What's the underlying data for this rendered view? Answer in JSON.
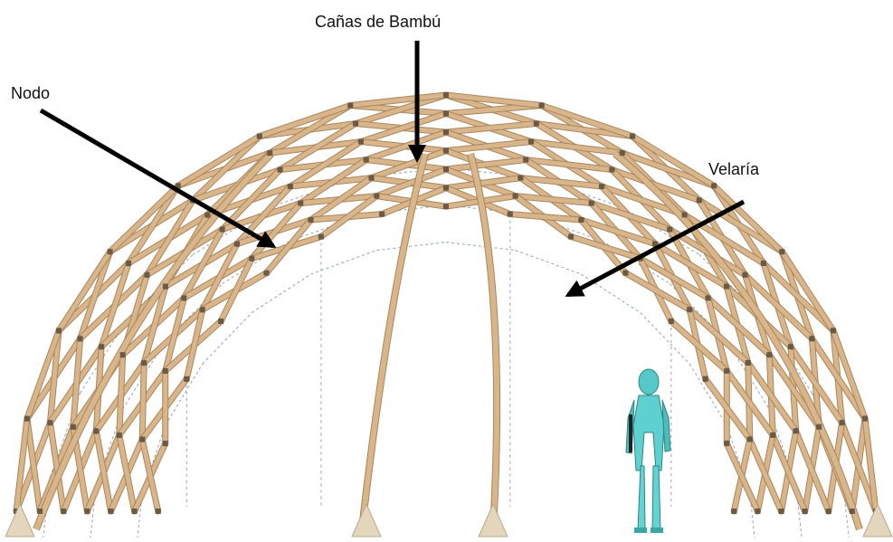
{
  "labels": {
    "canas": "Cañas de Bambú",
    "nodo": "Nodo",
    "velaria": "Velaría"
  },
  "colors": {
    "bamboo": "#d8b58a",
    "bamboo_dark": "#a9865c",
    "node": "#6b5a45",
    "base": "#e3d6bd",
    "membrane": "#8fa2b8",
    "arrow": "#000000",
    "figure": "#4fc9c9"
  }
}
